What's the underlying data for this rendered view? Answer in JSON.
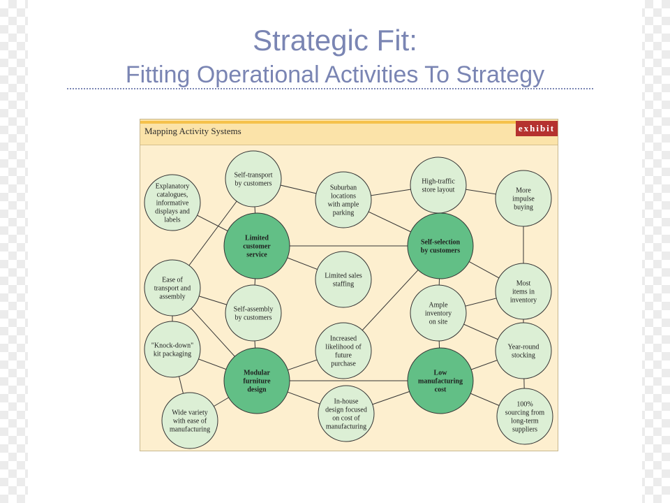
{
  "slide": {
    "title": "Strategic Fit:",
    "subtitle": "Fitting Operational Activities To Strategy"
  },
  "exhibit": {
    "title": "Mapping Activity Systems",
    "tag": "exhibit"
  },
  "colors": {
    "major_fill": "#62bf86",
    "minor_fill": "#dcefd5",
    "stroke": "#333333",
    "title": "#7a85b3"
  },
  "nodes": [
    {
      "id": "self-transport",
      "lines": [
        "Self-transport",
        "by customers"
      ],
      "major": false
    },
    {
      "id": "suburban-locations",
      "lines": [
        "Suburban",
        "locations",
        "with ample",
        "parking"
      ],
      "major": false
    },
    {
      "id": "high-traffic",
      "lines": [
        "High-traffic",
        "store layout"
      ],
      "major": false
    },
    {
      "id": "more-impulse",
      "lines": [
        "More",
        "impulse",
        "buying"
      ],
      "major": false
    },
    {
      "id": "explanatory-catalogues",
      "lines": [
        "Explanatory",
        "catalogues,",
        "informative",
        "displays and",
        "labels"
      ],
      "major": false
    },
    {
      "id": "limited-customer-service",
      "lines": [
        "Limited",
        "customer",
        "service"
      ],
      "major": true
    },
    {
      "id": "self-selection",
      "lines": [
        "Self-selection",
        "by customers"
      ],
      "major": true
    },
    {
      "id": "ease-of-transport",
      "lines": [
        "Ease of",
        "transport and",
        "assembly"
      ],
      "major": false
    },
    {
      "id": "limited-sales-staffing",
      "lines": [
        "Limited sales",
        "staffing"
      ],
      "major": false
    },
    {
      "id": "most-items",
      "lines": [
        "Most",
        "items in",
        "inventory"
      ],
      "major": false
    },
    {
      "id": "self-assembly",
      "lines": [
        "Self-assembly",
        "by customers"
      ],
      "major": false
    },
    {
      "id": "ample-inventory",
      "lines": [
        "Ample",
        "inventory",
        "on site"
      ],
      "major": false
    },
    {
      "id": "knock-down",
      "lines": [
        "\"Knock-down\"",
        "kit packaging"
      ],
      "major": false
    },
    {
      "id": "increased-likelihood",
      "lines": [
        "Increased",
        "likelihood of",
        "future",
        "purchase"
      ],
      "major": false
    },
    {
      "id": "year-round",
      "lines": [
        "Year-round",
        "stocking"
      ],
      "major": false
    },
    {
      "id": "modular-furniture",
      "lines": [
        "Modular",
        "furniture",
        "design"
      ],
      "major": true
    },
    {
      "id": "low-manufacturing-cost",
      "lines": [
        "Low",
        "manufacturing",
        "cost"
      ],
      "major": true
    },
    {
      "id": "wide-variety",
      "lines": [
        "Wide variety",
        "with ease of",
        "manufacturing"
      ],
      "major": false
    },
    {
      "id": "in-house-design",
      "lines": [
        "In-house",
        "design focused",
        "on cost of",
        "manufacturing"
      ],
      "major": false
    },
    {
      "id": "sourcing",
      "lines": [
        "100%",
        "sourcing from",
        "long-term",
        "suppliers"
      ],
      "major": false
    }
  ],
  "edges": [
    [
      "self-transport",
      "suburban-locations"
    ],
    [
      "suburban-locations",
      "high-traffic"
    ],
    [
      "high-traffic",
      "more-impulse"
    ],
    [
      "self-transport",
      "limited-customer-service"
    ],
    [
      "explanatory-catalogues",
      "limited-customer-service"
    ],
    [
      "suburban-locations",
      "self-selection"
    ],
    [
      "high-traffic",
      "self-selection"
    ],
    [
      "limited-customer-service",
      "self-selection"
    ],
    [
      "limited-customer-service",
      "limited-sales-staffing"
    ],
    [
      "self-selection",
      "most-items"
    ],
    [
      "more-impulse",
      "most-items"
    ],
    [
      "self-transport",
      "ease-of-transport"
    ],
    [
      "ease-of-transport",
      "self-assembly"
    ],
    [
      "ease-of-transport",
      "knock-down"
    ],
    [
      "ease-of-transport",
      "modular-furniture"
    ],
    [
      "limited-customer-service",
      "self-assembly"
    ],
    [
      "self-assembly",
      "modular-furniture"
    ],
    [
      "knock-down",
      "modular-furniture"
    ],
    [
      "self-selection",
      "increased-likelihood"
    ],
    [
      "increased-likelihood",
      "modular-furniture"
    ],
    [
      "most-items",
      "ample-inventory"
    ],
    [
      "ample-inventory",
      "self-selection"
    ],
    [
      "ample-inventory",
      "year-round"
    ],
    [
      "ample-inventory",
      "low-manufacturing-cost"
    ],
    [
      "most-items",
      "year-round"
    ],
    [
      "modular-furniture",
      "low-manufacturing-cost"
    ],
    [
      "knock-down",
      "wide-variety"
    ],
    [
      "modular-furniture",
      "wide-variety"
    ],
    [
      "modular-furniture",
      "in-house-design"
    ],
    [
      "in-house-design",
      "low-manufacturing-cost"
    ],
    [
      "low-manufacturing-cost",
      "year-round"
    ],
    [
      "low-manufacturing-cost",
      "sourcing"
    ],
    [
      "year-round",
      "sourcing"
    ]
  ]
}
